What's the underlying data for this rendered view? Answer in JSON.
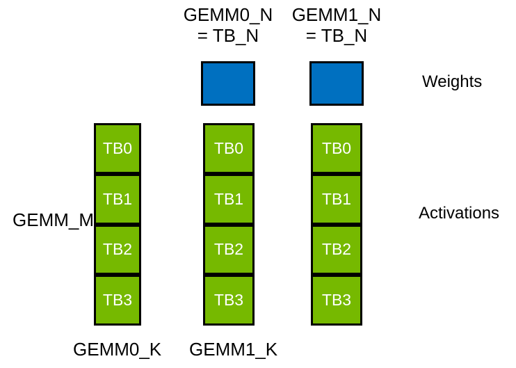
{
  "colors": {
    "weights_fill": "#0070C0",
    "activations_fill": "#76B900",
    "border": "#000000",
    "tb_text": "#FFFFFF",
    "label_text": "#000000"
  },
  "top_labels": [
    {
      "line1": "GEMM0_N",
      "line2": "= TB_N"
    },
    {
      "line1": "GEMM1_N",
      "line2": "= TB_N"
    }
  ],
  "left_label": "GEMM_M",
  "right_labels": {
    "weights": "Weights",
    "activations": "Activations"
  },
  "bottom_labels": [
    "GEMM0_K",
    "GEMM1_K"
  ],
  "columns": [
    {
      "blocks": [
        "TB0",
        "TB1",
        "TB2",
        "TB3"
      ]
    },
    {
      "blocks": [
        "TB0",
        "TB1",
        "TB2",
        "TB3"
      ]
    },
    {
      "blocks": [
        "TB0",
        "TB1",
        "TB2",
        "TB3"
      ]
    }
  ]
}
